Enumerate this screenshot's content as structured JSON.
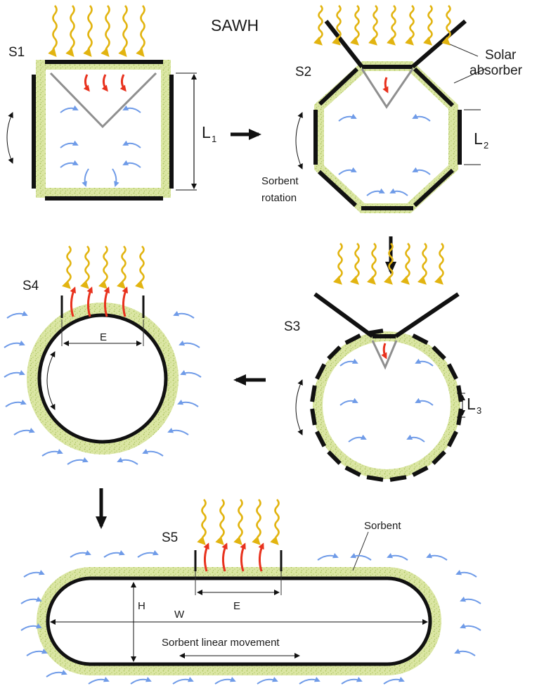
{
  "title": "SAWH",
  "colors": {
    "sorbent_fill": "#dbe6a4",
    "sorbent_dots": "#aac45a",
    "absorber": "#111111",
    "air_flow": "#6f9be8",
    "desorption_flow": "#e8321e",
    "sunlight": "#e2b410",
    "cone": "#8f8f8f"
  },
  "icons": {
    "sunlight": "wavy-arrow-icon",
    "air_flow": "curved-arrow-icon",
    "desorption": "curved-arrow-icon",
    "step": "arrow-icon"
  },
  "stages": {
    "s1": {
      "label": "S1",
      "dim": "L",
      "dim_sub": "1"
    },
    "s2": {
      "label": "S2",
      "dim": "L",
      "dim_sub": "2",
      "absorber_label_1": "Solar",
      "absorber_label_2": "absorber",
      "rotation_label_1": "Sorbent",
      "rotation_label_2": "rotation"
    },
    "s3": {
      "label": "S3",
      "dim": "L",
      "dim_sub": "3"
    },
    "s4": {
      "label": "S4",
      "dim": "E"
    },
    "s5": {
      "label": "S5",
      "dim_e": "E",
      "dim_h": "H",
      "dim_w": "W",
      "sorbent_label": "Sorbent",
      "movement_label": "Sorbent linear movement"
    }
  }
}
